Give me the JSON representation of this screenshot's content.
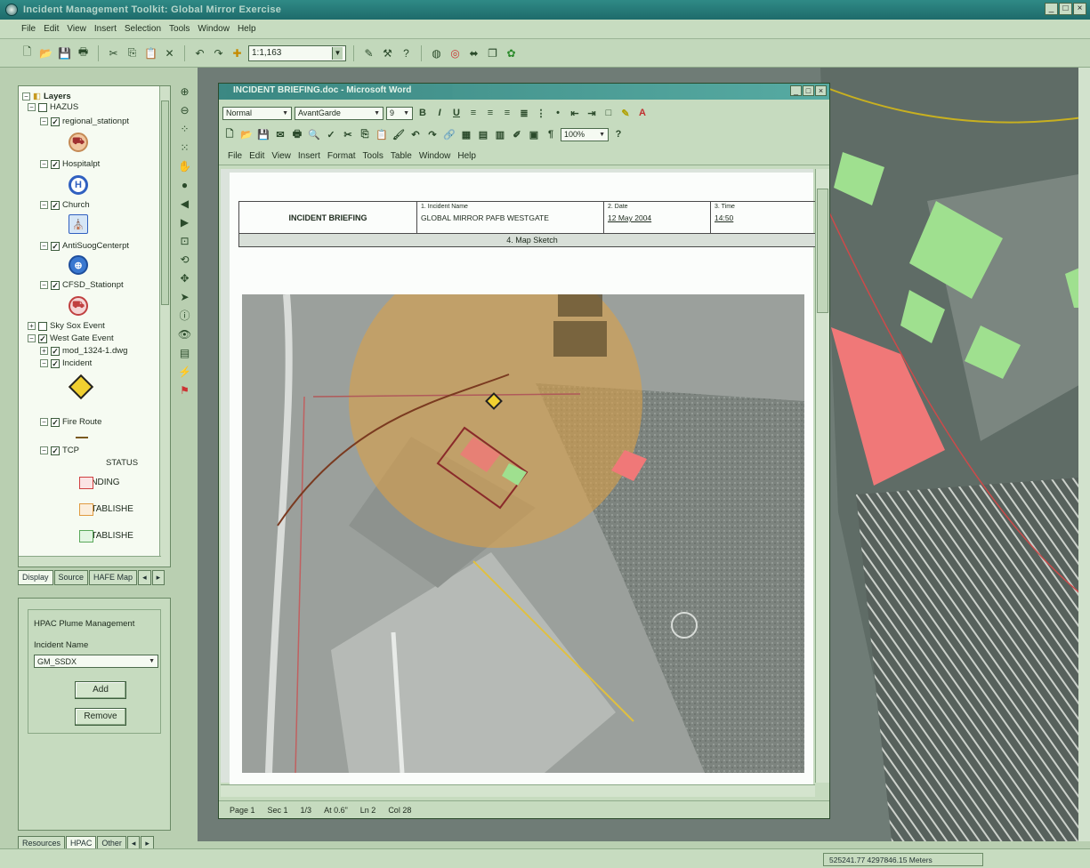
{
  "window": {
    "title": "Incident Management Toolkit: Global Mirror Exercise"
  },
  "menu": [
    "File",
    "Edit",
    "View",
    "Insert",
    "Selection",
    "Tools",
    "Window",
    "Help"
  ],
  "toolbar": {
    "scale": "1:1,163"
  },
  "toc": {
    "root": "Layers",
    "items": [
      "HAZUS",
      "regional_stationpt",
      "Hospitalpt",
      "Church",
      "AntiSuogCenterpt",
      "CFSD_Stationpt",
      "Sky Sox Event",
      "West Gate Event",
      "mod_1324-1.dwg",
      "Incident",
      "Fire Route",
      "TCP"
    ],
    "status_label": "STATUS",
    "status_values": [
      "PENDING",
      "ESTABLISHE",
      "ESTABLISHE"
    ],
    "symbols": {
      "hospital": "H",
      "church": "⛪"
    }
  },
  "toc_tabs": [
    "Display",
    "Source",
    "HAFE Map"
  ],
  "hpac": {
    "title": "HPAC Plume Management",
    "incident_label": "Incident Name",
    "incident_value": "GM_SSDX",
    "add": "Add",
    "remove": "Remove"
  },
  "bottom_tabs": [
    "Resources",
    "HPAC",
    "Other"
  ],
  "word": {
    "title": "INCIDENT BRIEFING.doc - Microsoft Word",
    "style": "Normal",
    "font": "AvantGarde",
    "size": "9",
    "zoom": "100%",
    "menu": [
      "File",
      "Edit",
      "View",
      "Insert",
      "Format",
      "Tools",
      "Table",
      "Window",
      "Help"
    ],
    "brief": {
      "heading": "INCIDENT BRIEFING",
      "incident_label": "1. Incident Name",
      "incident_name": "GLOBAL MIRROR PAFB WESTGATE",
      "date_label": "2. Date",
      "date": "12 May 2004",
      "time_label": "3. Time",
      "time": "14:50",
      "section": "4. Map Sketch"
    },
    "status": {
      "page": "Page 1",
      "sec": "Sec 1",
      "pages": "1/3",
      "at": "At 0.6\"",
      "ln": "Ln 2",
      "col": "Col 28"
    }
  },
  "statusbar": {
    "coords": "525241.77  4297846.15 Meters"
  },
  "colors": {
    "panel": "#c6dbbf",
    "accent": "#2c7f7c",
    "plume": "#d9a04a",
    "building_red": "#f07878",
    "building_green": "#9fe08f"
  }
}
